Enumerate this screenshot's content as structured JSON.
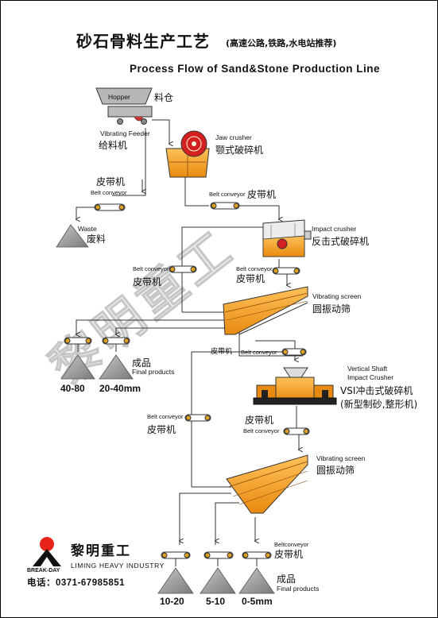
{
  "title": {
    "cn": "砂石骨料生产工艺",
    "cn_sub": "(高速公路,铁路,水电站推荐)",
    "en": "Process Flow of Sand&Stone Production Line"
  },
  "watermark": "黎明重工",
  "labels": {
    "hopper_en": "Hopper",
    "hopper_cn": "料仓",
    "feeder_en": "Vibrating Feeder",
    "feeder_cn": "给料机",
    "jaw_en": "Jaw crusher",
    "jaw_cn": "颚式破碎机",
    "belt1_cn": "皮带机",
    "belt1_en": "Belt conveyor",
    "belt2_en": "Belt conveyor",
    "belt2_cn": "皮带机",
    "waste_en": "Waste",
    "waste_cn": "废料",
    "impact_en": "Impact crusher",
    "impact_cn": "反击式破碎机",
    "belt3_en": "Belt conveyor",
    "belt3_cn": "皮带机",
    "belt4_en": "Belt conveyor",
    "belt4_cn": "皮带机",
    "screen1_en": "Vibrating screen",
    "screen1_cn": "圆振动筛",
    "belt5_cn": "皮带机",
    "belt5_en": "Belt conveyor",
    "product1_cn": "成品",
    "product1_en": "Final products",
    "size1": "40-80",
    "size2": "20-40mm",
    "vsi_en1": "Vertical Shaft",
    "vsi_en2": "Impact Crusher",
    "vsi_cn": "VSI冲击式破碎机",
    "vsi_cn2": "(新型制砂,整形机)",
    "belt6_en": "Belt conveyor",
    "belt6_cn": "皮带机",
    "belt7_cn": "皮带机",
    "belt7_en": "Belt conveyor",
    "screen2_en": "Vibrating screen",
    "screen2_cn": "圆振动筛",
    "belt8_en": "Beltconveyor",
    "belt8_cn": "皮带机",
    "product2_cn": "成品",
    "product2_en": "Final products",
    "size3": "10-20",
    "size4": "5-10",
    "size5": "0-5mm"
  },
  "brand": {
    "logo_text": "BREAK-DAY",
    "name_cn": "黎明重工",
    "name_en": "LIMING HEAVY INDUSTRY",
    "phone": "电话：0371-67985851"
  },
  "colors": {
    "machine": "#f5a623",
    "machine_dark": "#c87a12",
    "pile": "#9a9a9a",
    "line": "#333333",
    "logo_red": "#e8231a"
  }
}
